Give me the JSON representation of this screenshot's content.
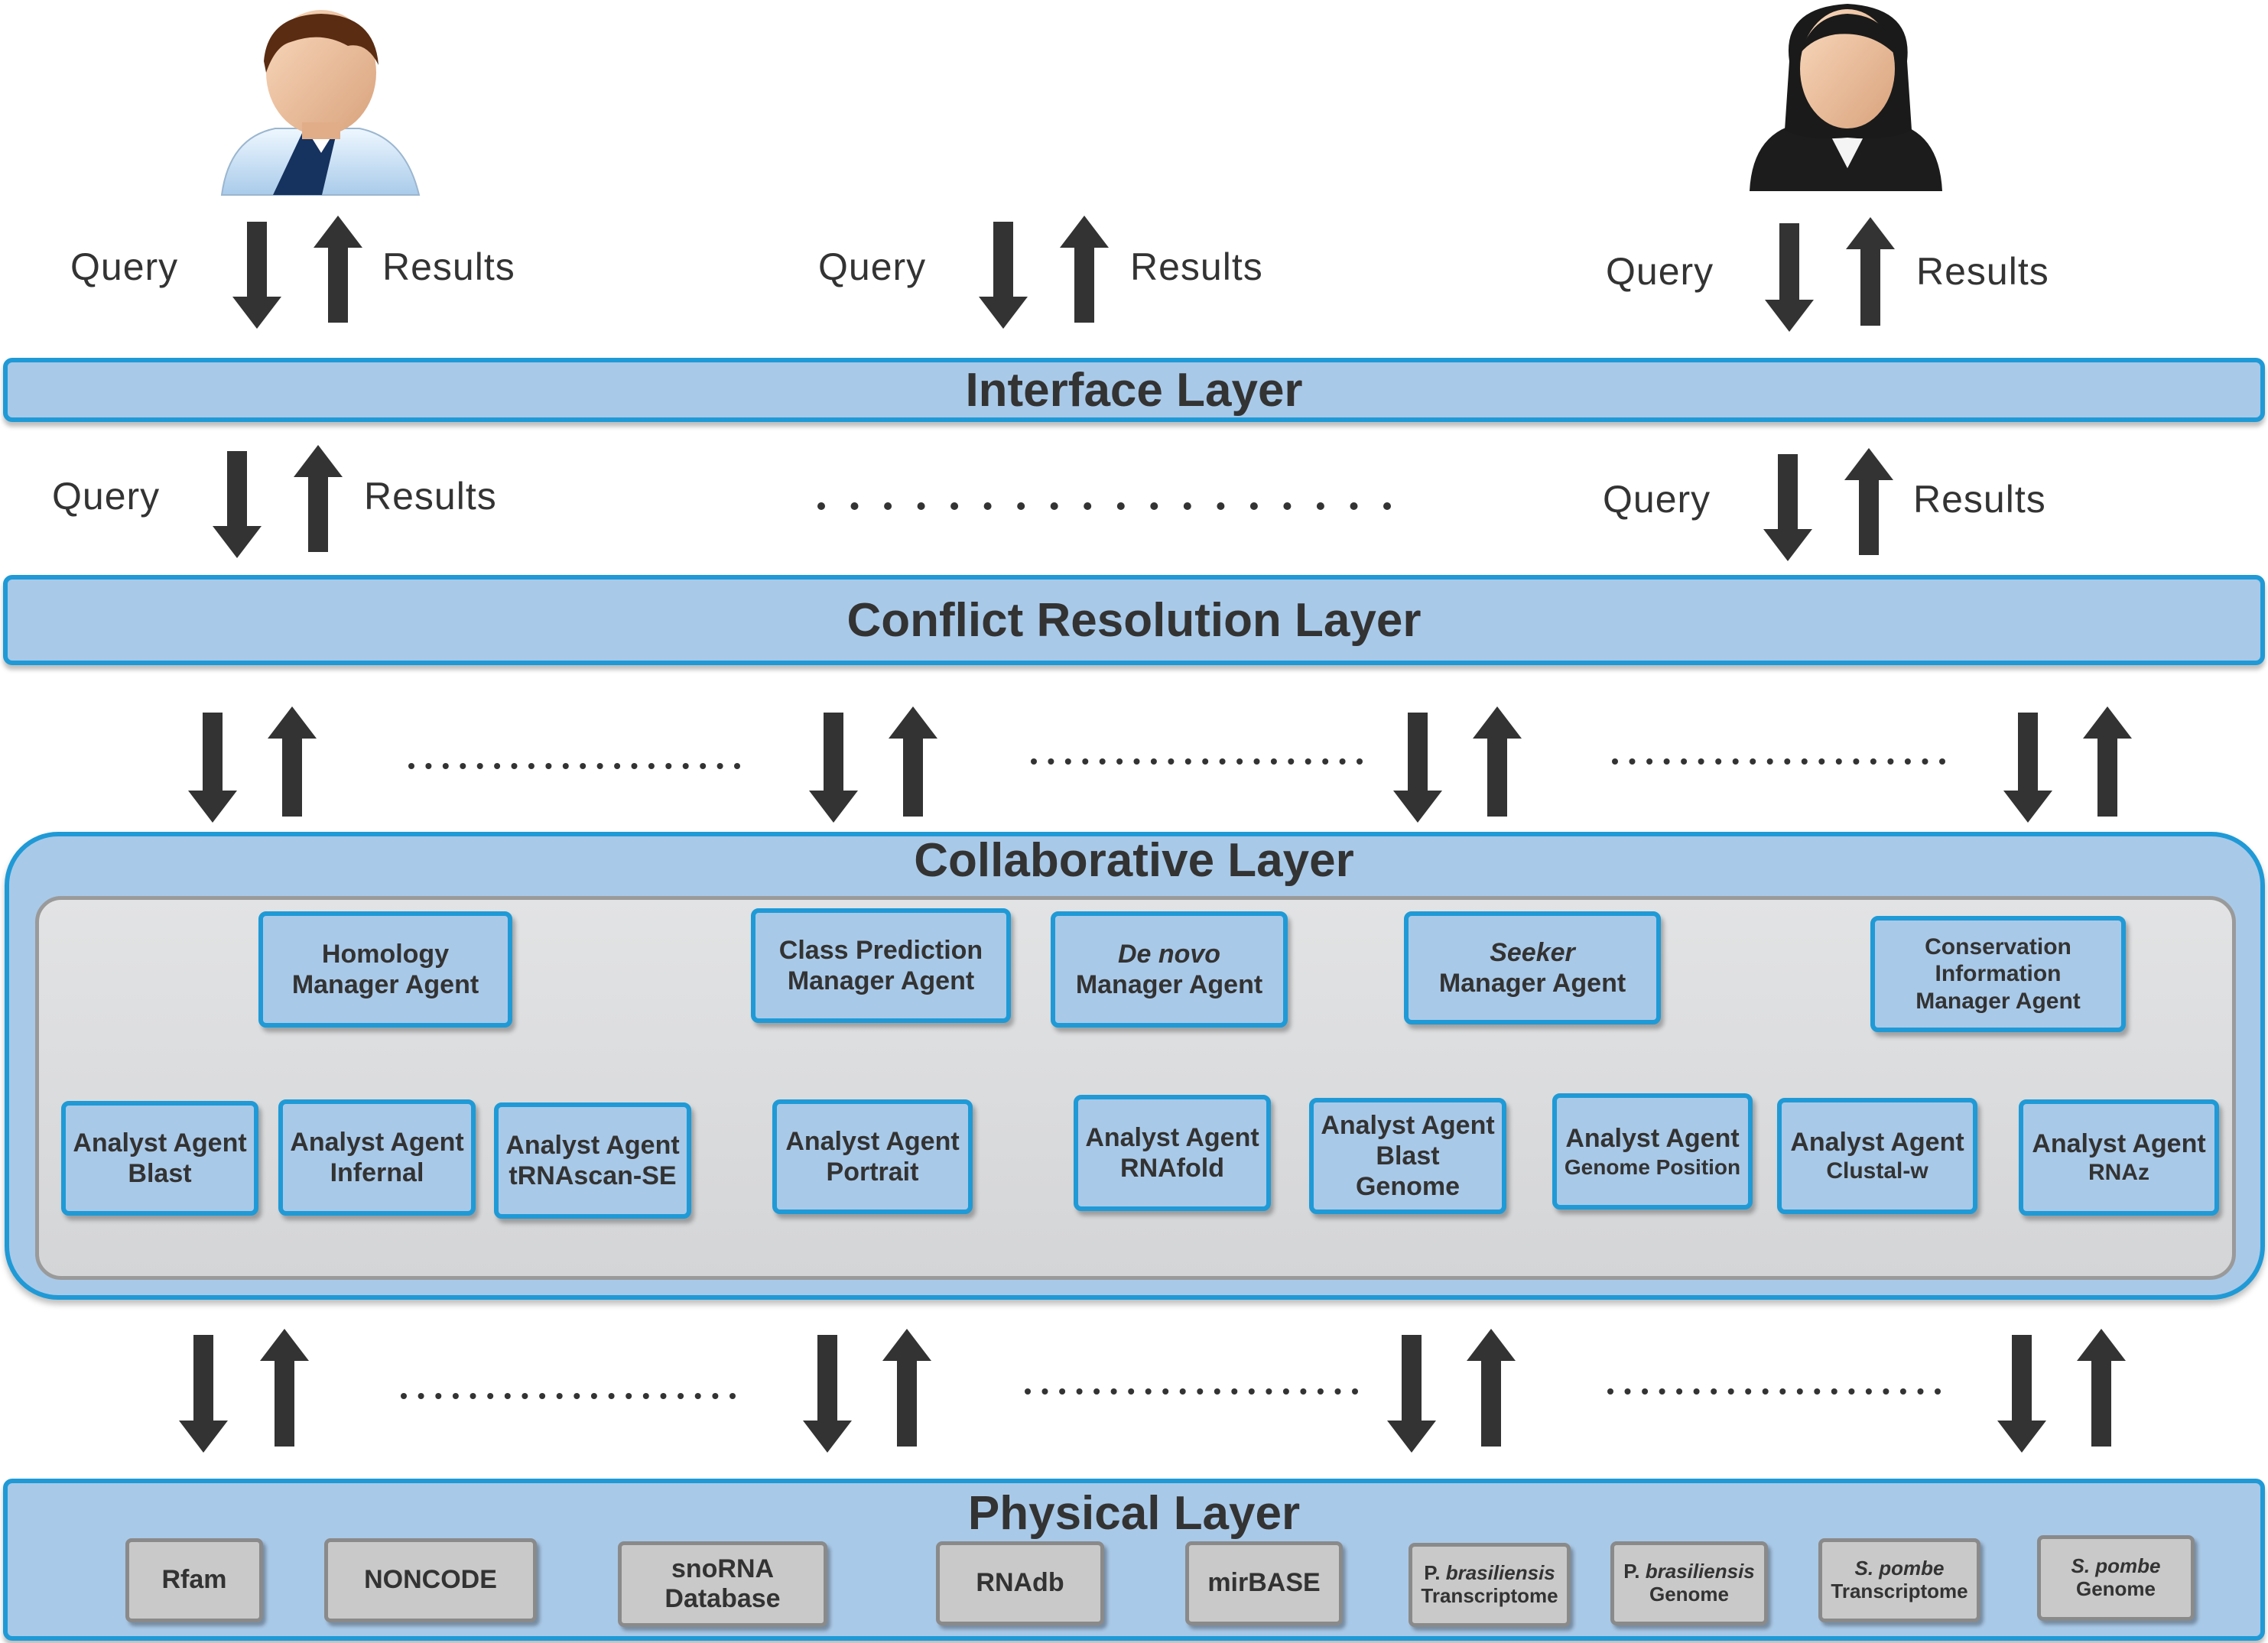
{
  "users": [
    {
      "icon": "male-user-icon",
      "query": "Query",
      "results": "Results"
    },
    {
      "icon": "",
      "query": "Query",
      "results": "Results"
    },
    {
      "icon": "female-user-icon",
      "query": "Query",
      "results": "Results"
    }
  ],
  "interface_layer": {
    "title": "Interface Layer"
  },
  "interface_to_conflict": [
    {
      "query": "Query",
      "results": "Results"
    },
    {
      "query": "Query",
      "results": "Results"
    }
  ],
  "conflict_layer": {
    "title": "Conflict Resolution Layer"
  },
  "collaborative_layer": {
    "title": "Collaborative Layer",
    "managers": [
      {
        "line1": "Homology",
        "line2": "Manager Agent",
        "analysts": [
          {
            "line1": "Analyst Agent",
            "line2": "Blast"
          },
          {
            "line1": "Analyst Agent",
            "line2": "Infernal"
          },
          {
            "line1": "Analyst Agent",
            "line2": "tRNAscan-SE"
          }
        ]
      },
      {
        "line1": "Class Prediction",
        "line2": "Manager Agent",
        "analysts": [
          {
            "line1": "Analyst Agent",
            "line2": "Portrait"
          }
        ]
      },
      {
        "line1": "De novo",
        "line2": "Manager Agent",
        "analysts": [
          {
            "line1": "Analyst Agent",
            "line2": "RNAfold"
          }
        ]
      },
      {
        "line1": "Seeker",
        "line2": "Manager Agent",
        "analysts": [
          {
            "line1": "Analyst Agent",
            "line2": "Blast",
            "line3": "Genome"
          },
          {
            "line1": "Analyst Agent",
            "line2": "Genome Position"
          }
        ]
      },
      {
        "line1": "Conservation",
        "line2": "Information",
        "line3": "Manager Agent",
        "analysts": [
          {
            "line1": "Analyst Agent",
            "line2": "Clustal-w"
          },
          {
            "line1": "Analyst Agent",
            "line2": "RNAz"
          }
        ]
      }
    ]
  },
  "physical_layer": {
    "title": "Physical Layer",
    "databases": [
      {
        "line1": "Rfam"
      },
      {
        "line1": "NONCODE"
      },
      {
        "line1": "snoRNA",
        "line2": "Database"
      },
      {
        "line1": "RNAdb"
      },
      {
        "line1": "mirBASE"
      },
      {
        "line1_italic": "brasiliensis",
        "line1_prefix": "P.",
        "line2": "Transcriptome"
      },
      {
        "line1_italic": "brasiliensis",
        "line1_prefix": "P.",
        "line2": "Genome"
      },
      {
        "line1_italic": "S. pombe",
        "line2": "Transcriptome"
      },
      {
        "line1_italic": "S. pombe",
        "line2": "Genome"
      }
    ]
  },
  "colors": {
    "layer_fill": "#a9c9e8",
    "layer_border": "#1f9ad6",
    "arrow": "#333333",
    "db_fill": "#c9c9c9",
    "panel": "#dcdddf"
  }
}
